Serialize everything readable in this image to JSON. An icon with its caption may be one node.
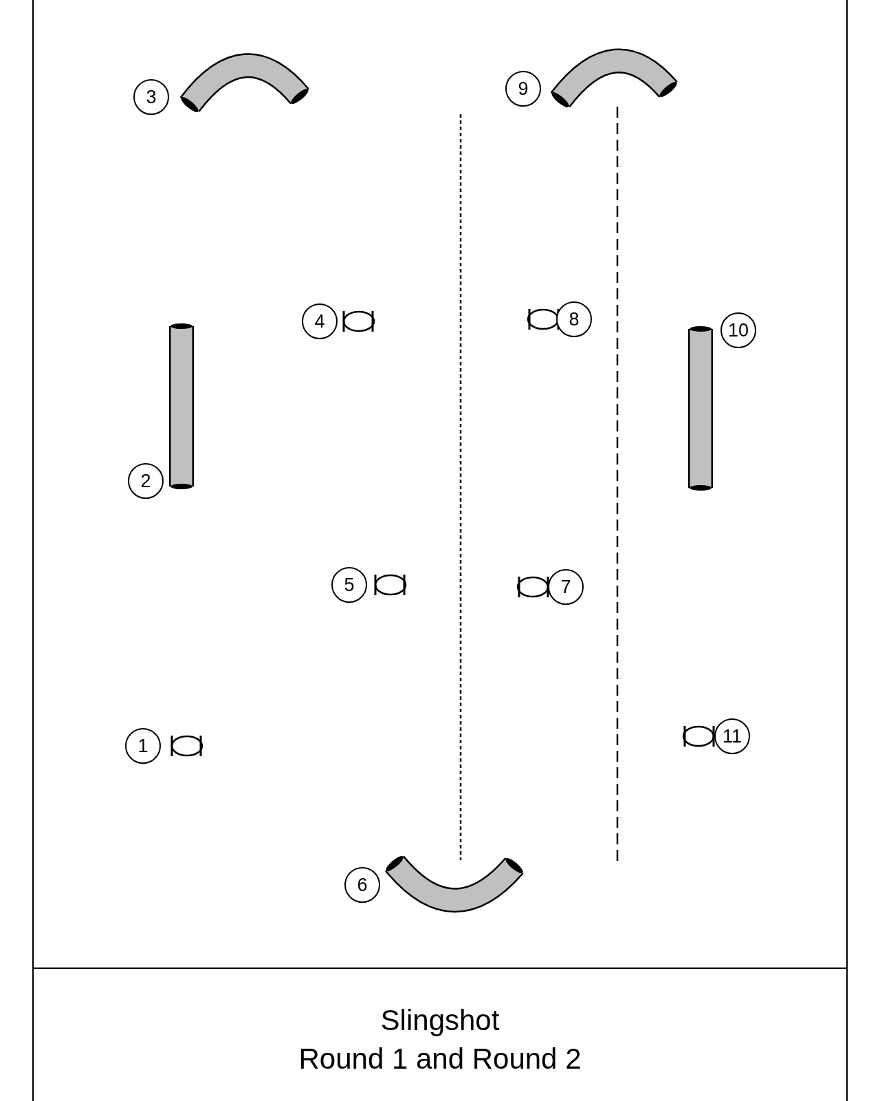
{
  "diagram": {
    "title": "Slingshot",
    "caption": "Round 1 and Round 2",
    "labels": [
      "1",
      "2",
      "3",
      "4",
      "5",
      "6",
      "7",
      "8",
      "9",
      "10",
      "11"
    ]
  }
}
